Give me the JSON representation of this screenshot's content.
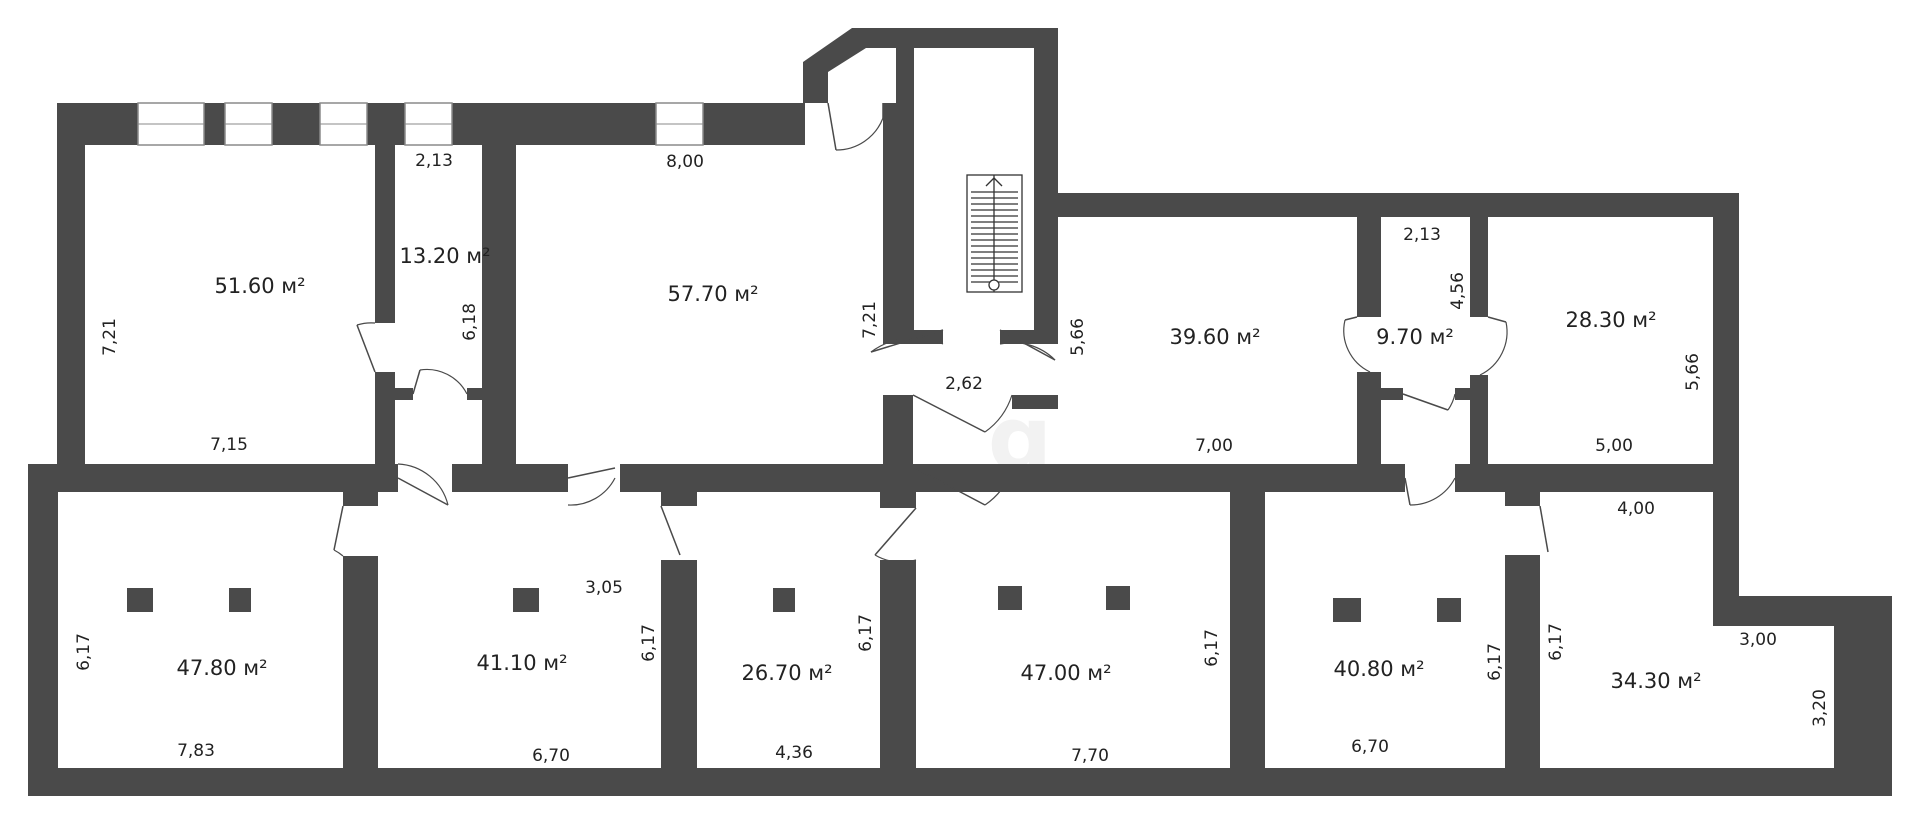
{
  "watermark": "g",
  "rooms": [
    {
      "id": "r1",
      "area": "51.60 м²"
    },
    {
      "id": "r2",
      "area": "13.20 м²"
    },
    {
      "id": "r3",
      "area": "57.70 м²"
    },
    {
      "id": "r4",
      "area": "39.60 м²"
    },
    {
      "id": "r5",
      "area": "9.70 м²"
    },
    {
      "id": "r6",
      "area": "28.30 м²"
    },
    {
      "id": "r7",
      "area": "47.80 м²"
    },
    {
      "id": "r8",
      "area": "41.10 м²"
    },
    {
      "id": "r9",
      "area": "26.70 м²"
    },
    {
      "id": "r10",
      "area": "47.00 м²"
    },
    {
      "id": "r11",
      "area": "40.80 м²"
    },
    {
      "id": "r12",
      "area": "34.30 м²"
    }
  ],
  "dimensions": [
    "2,13",
    "8,00",
    "7,21",
    "6,18",
    "7,15",
    "7,21",
    "2,13",
    "4,56",
    "5,66",
    "5,66",
    "2,62",
    "7,00",
    "5,00",
    "3,05",
    "4,00",
    "6,17",
    "6,17",
    "6,17",
    "6,17",
    "6,17",
    "6,17",
    "3,00",
    "3,20",
    "7,83",
    "6,70",
    "4,36",
    "7,70",
    "6,70"
  ]
}
